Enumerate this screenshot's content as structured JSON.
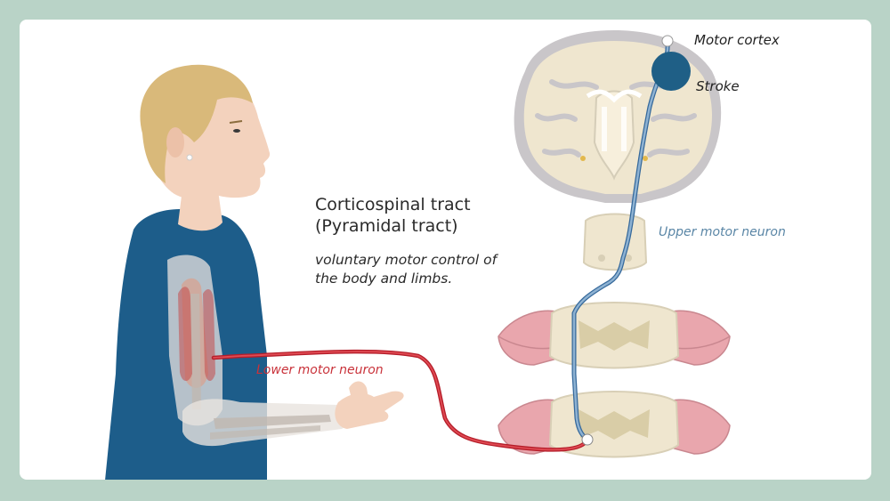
{
  "title_line1": "Corticospinal tract",
  "title_line2": "(Pyramidal tract)",
  "description_line1": "voluntary motor control of",
  "description_line2": "the body and limbs.",
  "labels": {
    "motor_cortex": "Motor cortex",
    "stroke": "Stroke",
    "upper_motor_neuron": "Upper motor neuron",
    "lower_motor_neuron": "Lower motor neuron"
  },
  "colors": {
    "background": "#b9d3c7",
    "upper_neuron": "#6e96b8",
    "lower_neuron": "#c9323a",
    "stroke_lesion": "#1f5f86",
    "shirt": "#1d5d8a",
    "hair": "#d9b97a",
    "brain": "#efe6cf"
  }
}
